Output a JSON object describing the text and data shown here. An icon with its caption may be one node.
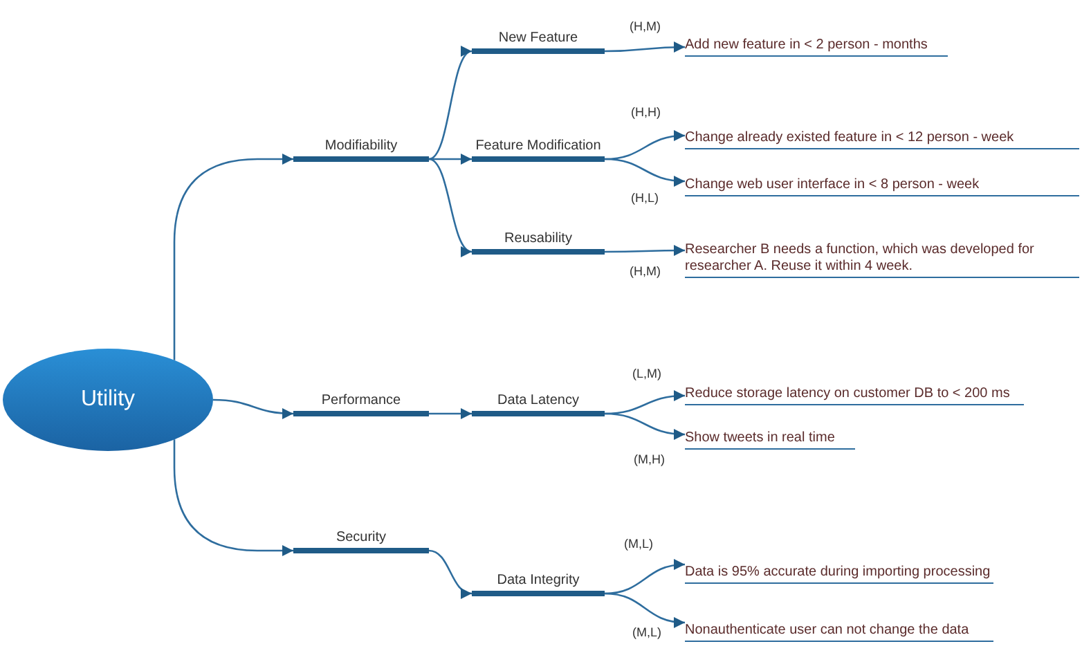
{
  "diagram": {
    "nodes": [
      {
        "text": [
          "Utility"
        ]
      },
      {
        "text": [
          "Modifiability"
        ]
      },
      {
        "text": [
          "New Feature"
        ]
      },
      {
        "text": [
          "Feature Modification"
        ]
      },
      {
        "text": [
          "Reusability"
        ]
      },
      {
        "text": [
          "Add new feature in < 2 person - months"
        ],
        "beside": [
          "(H,M)"
        ]
      },
      {
        "text": [
          "Change already existed feature in < 12 person - week"
        ],
        "beside": [
          "(H,H)"
        ]
      },
      {
        "text": [
          "Change web user interface in < 8 person - week"
        ],
        "beside": [
          "(H,L)"
        ]
      },
      {
        "text": [
          "Researcher B needs a function, which was developed for researcher A. Reuse it within 4 week."
        ],
        "beside": [
          "(H,M)"
        ]
      },
      {
        "text": [
          "Performance"
        ]
      },
      {
        "text": [
          "Data Latency"
        ]
      },
      {
        "text": [
          "Reduce storage latency on customer DB to < 200 ms"
        ],
        "beside": [
          "(L,M)"
        ]
      },
      {
        "text": [
          "Show tweets in real time"
        ],
        "beside": [
          "(M,H)"
        ]
      },
      {
        "text": [
          "Security"
        ]
      },
      {
        "text": [
          "Data Integrity"
        ]
      },
      {
        "text": [
          "Data is 95% accurate during importing processing"
        ],
        "beside": [
          "(M,L)"
        ]
      },
      {
        "text": [
          "Nonauthenticate user can not change the data"
        ],
        "beside": [
          "(M,L)"
        ]
      }
    ],
    "edges": [
      {
        "from": 0,
        "to": 1,
        "arrow": "to"
      },
      {
        "from": 0,
        "to": 9,
        "arrow": "to"
      },
      {
        "from": 0,
        "to": 13,
        "arrow": "to"
      },
      {
        "from": 1,
        "to": 2,
        "arrow": "to"
      },
      {
        "from": 1,
        "to": 3,
        "arrow": "to"
      },
      {
        "from": 1,
        "to": 4,
        "arrow": "to"
      },
      {
        "from": 2,
        "to": 5,
        "arrow": "to"
      },
      {
        "from": 3,
        "to": 6,
        "arrow": "to"
      },
      {
        "from": 3,
        "to": 7,
        "arrow": "to"
      },
      {
        "from": 4,
        "to": 8,
        "arrow": "to"
      },
      {
        "from": 9,
        "to": 10,
        "arrow": "to"
      },
      {
        "from": 10,
        "to": 11,
        "arrow": "to"
      },
      {
        "from": 10,
        "to": 12,
        "arrow": "to"
      },
      {
        "from": 13,
        "to": 14,
        "arrow": "to"
      },
      {
        "from": 14,
        "to": 15,
        "arrow": "to"
      },
      {
        "from": 14,
        "to": 16,
        "arrow": "to"
      }
    ]
  }
}
